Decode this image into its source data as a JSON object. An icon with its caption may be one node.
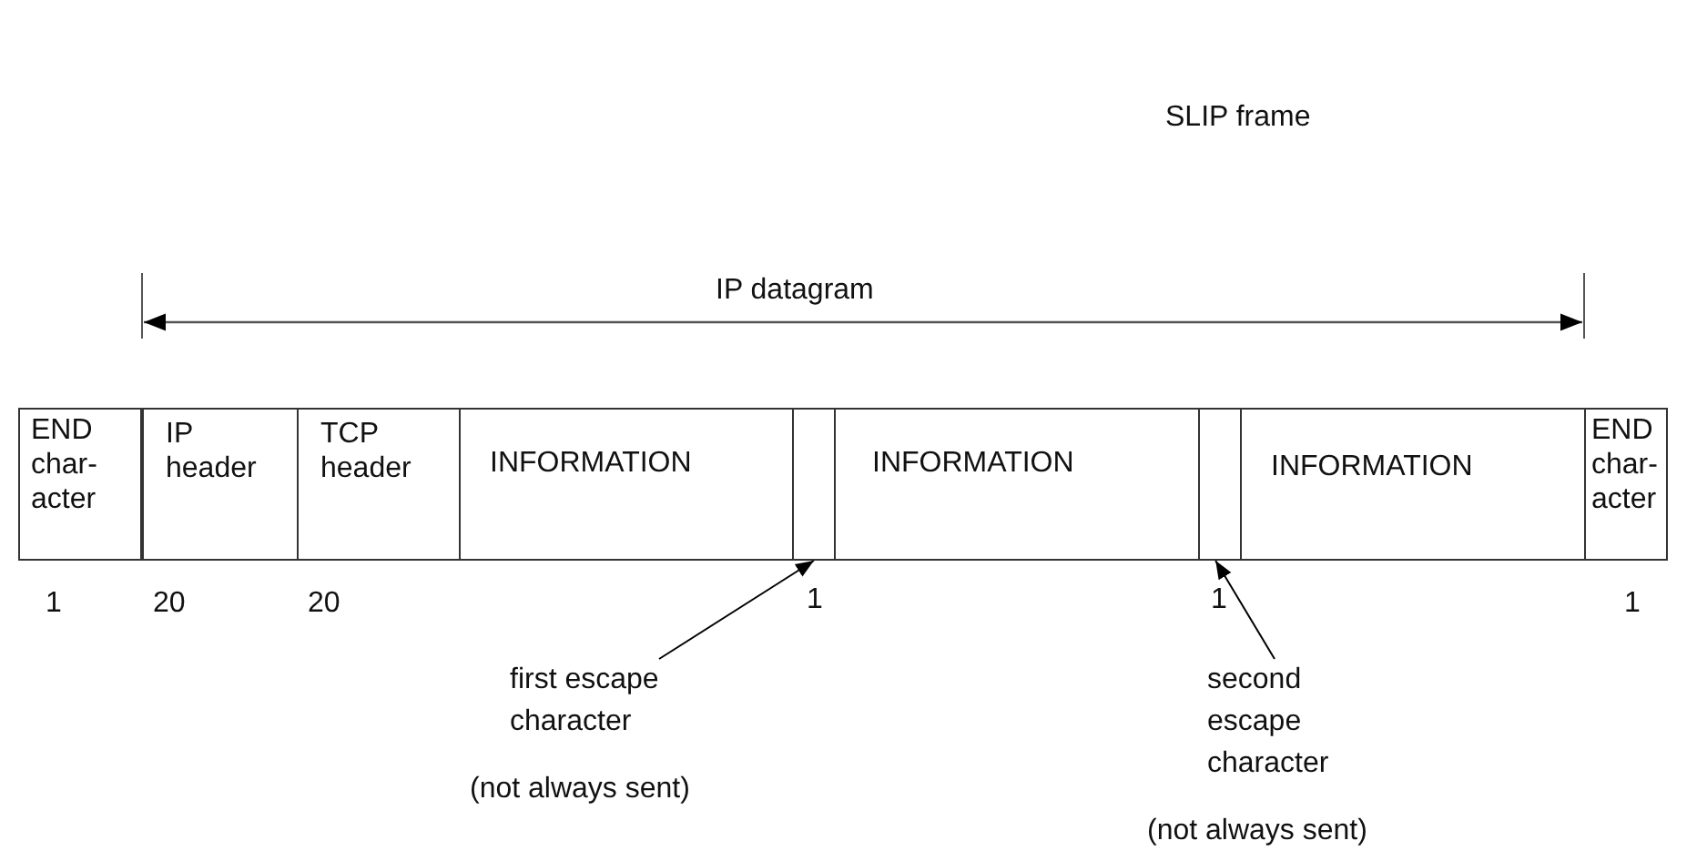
{
  "diagram": {
    "title": "SLIP frame",
    "nodes": [
      {
        "text": [
          "END char- acter"
        ]
      },
      {
        "text": [
          "IP header"
        ]
      },
      {
        "text": [
          "TCP header"
        ]
      },
      {
        "text": [
          "INFORMATION"
        ]
      },
      {
        "text": [],
        "shape": "box"
      },
      {
        "text": [
          "INFORMATION"
        ]
      },
      {
        "text": [],
        "shape": "box"
      },
      {
        "text": [
          "INFORMATION"
        ]
      },
      {
        "text": [
          "END char- acter"
        ]
      },
      {
        "text": [
          "first escape character",
          "(not always sent)"
        ]
      },
      {
        "text": [
          "second escape character",
          "(not always sent)"
        ]
      }
    ],
    "edges": [
      {
        "from": 9,
        "to": 4,
        "arrow": "to"
      },
      {
        "from": 10,
        "to": 6,
        "arrow": "to"
      }
    ],
    "labels": [
      "IP datagram",
      "1",
      "20",
      "20",
      "1",
      "1",
      "1"
    ]
  }
}
